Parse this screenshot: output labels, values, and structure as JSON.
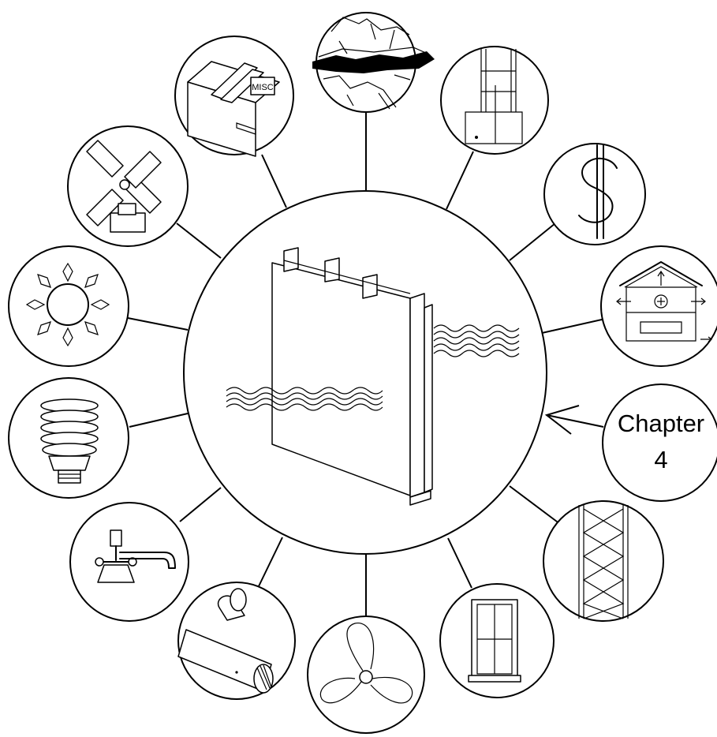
{
  "topic_label": {
    "line1": "Chapter",
    "line2": "4"
  },
  "center": {
    "icon": "wall-section-heat-flow-icon"
  },
  "satellites": [
    {
      "key": "us-map",
      "icon": "us-region-map-icon"
    },
    {
      "key": "walls-doors",
      "icon": "wall-framing-door-icon"
    },
    {
      "key": "costs",
      "icon": "dollar-sign-icon"
    },
    {
      "key": "house-air",
      "icon": "house-air-pressure-icon"
    },
    {
      "key": "chapter",
      "icon": "chapter-label"
    },
    {
      "key": "insulation",
      "icon": "insulation-batt-icon"
    },
    {
      "key": "windows",
      "icon": "window-icon"
    },
    {
      "key": "fan",
      "icon": "fan-icon"
    },
    {
      "key": "duct-tape",
      "icon": "duct-tape-icon"
    },
    {
      "key": "water-faucet",
      "icon": "water-faucet-icon"
    },
    {
      "key": "lighting",
      "icon": "cfl-bulb-icon"
    },
    {
      "key": "solar",
      "icon": "sun-icon"
    },
    {
      "key": "wind",
      "icon": "windmill-icon"
    },
    {
      "key": "misc-files",
      "icon": "file-cabinet-icon"
    }
  ],
  "misc_label": "MISC"
}
